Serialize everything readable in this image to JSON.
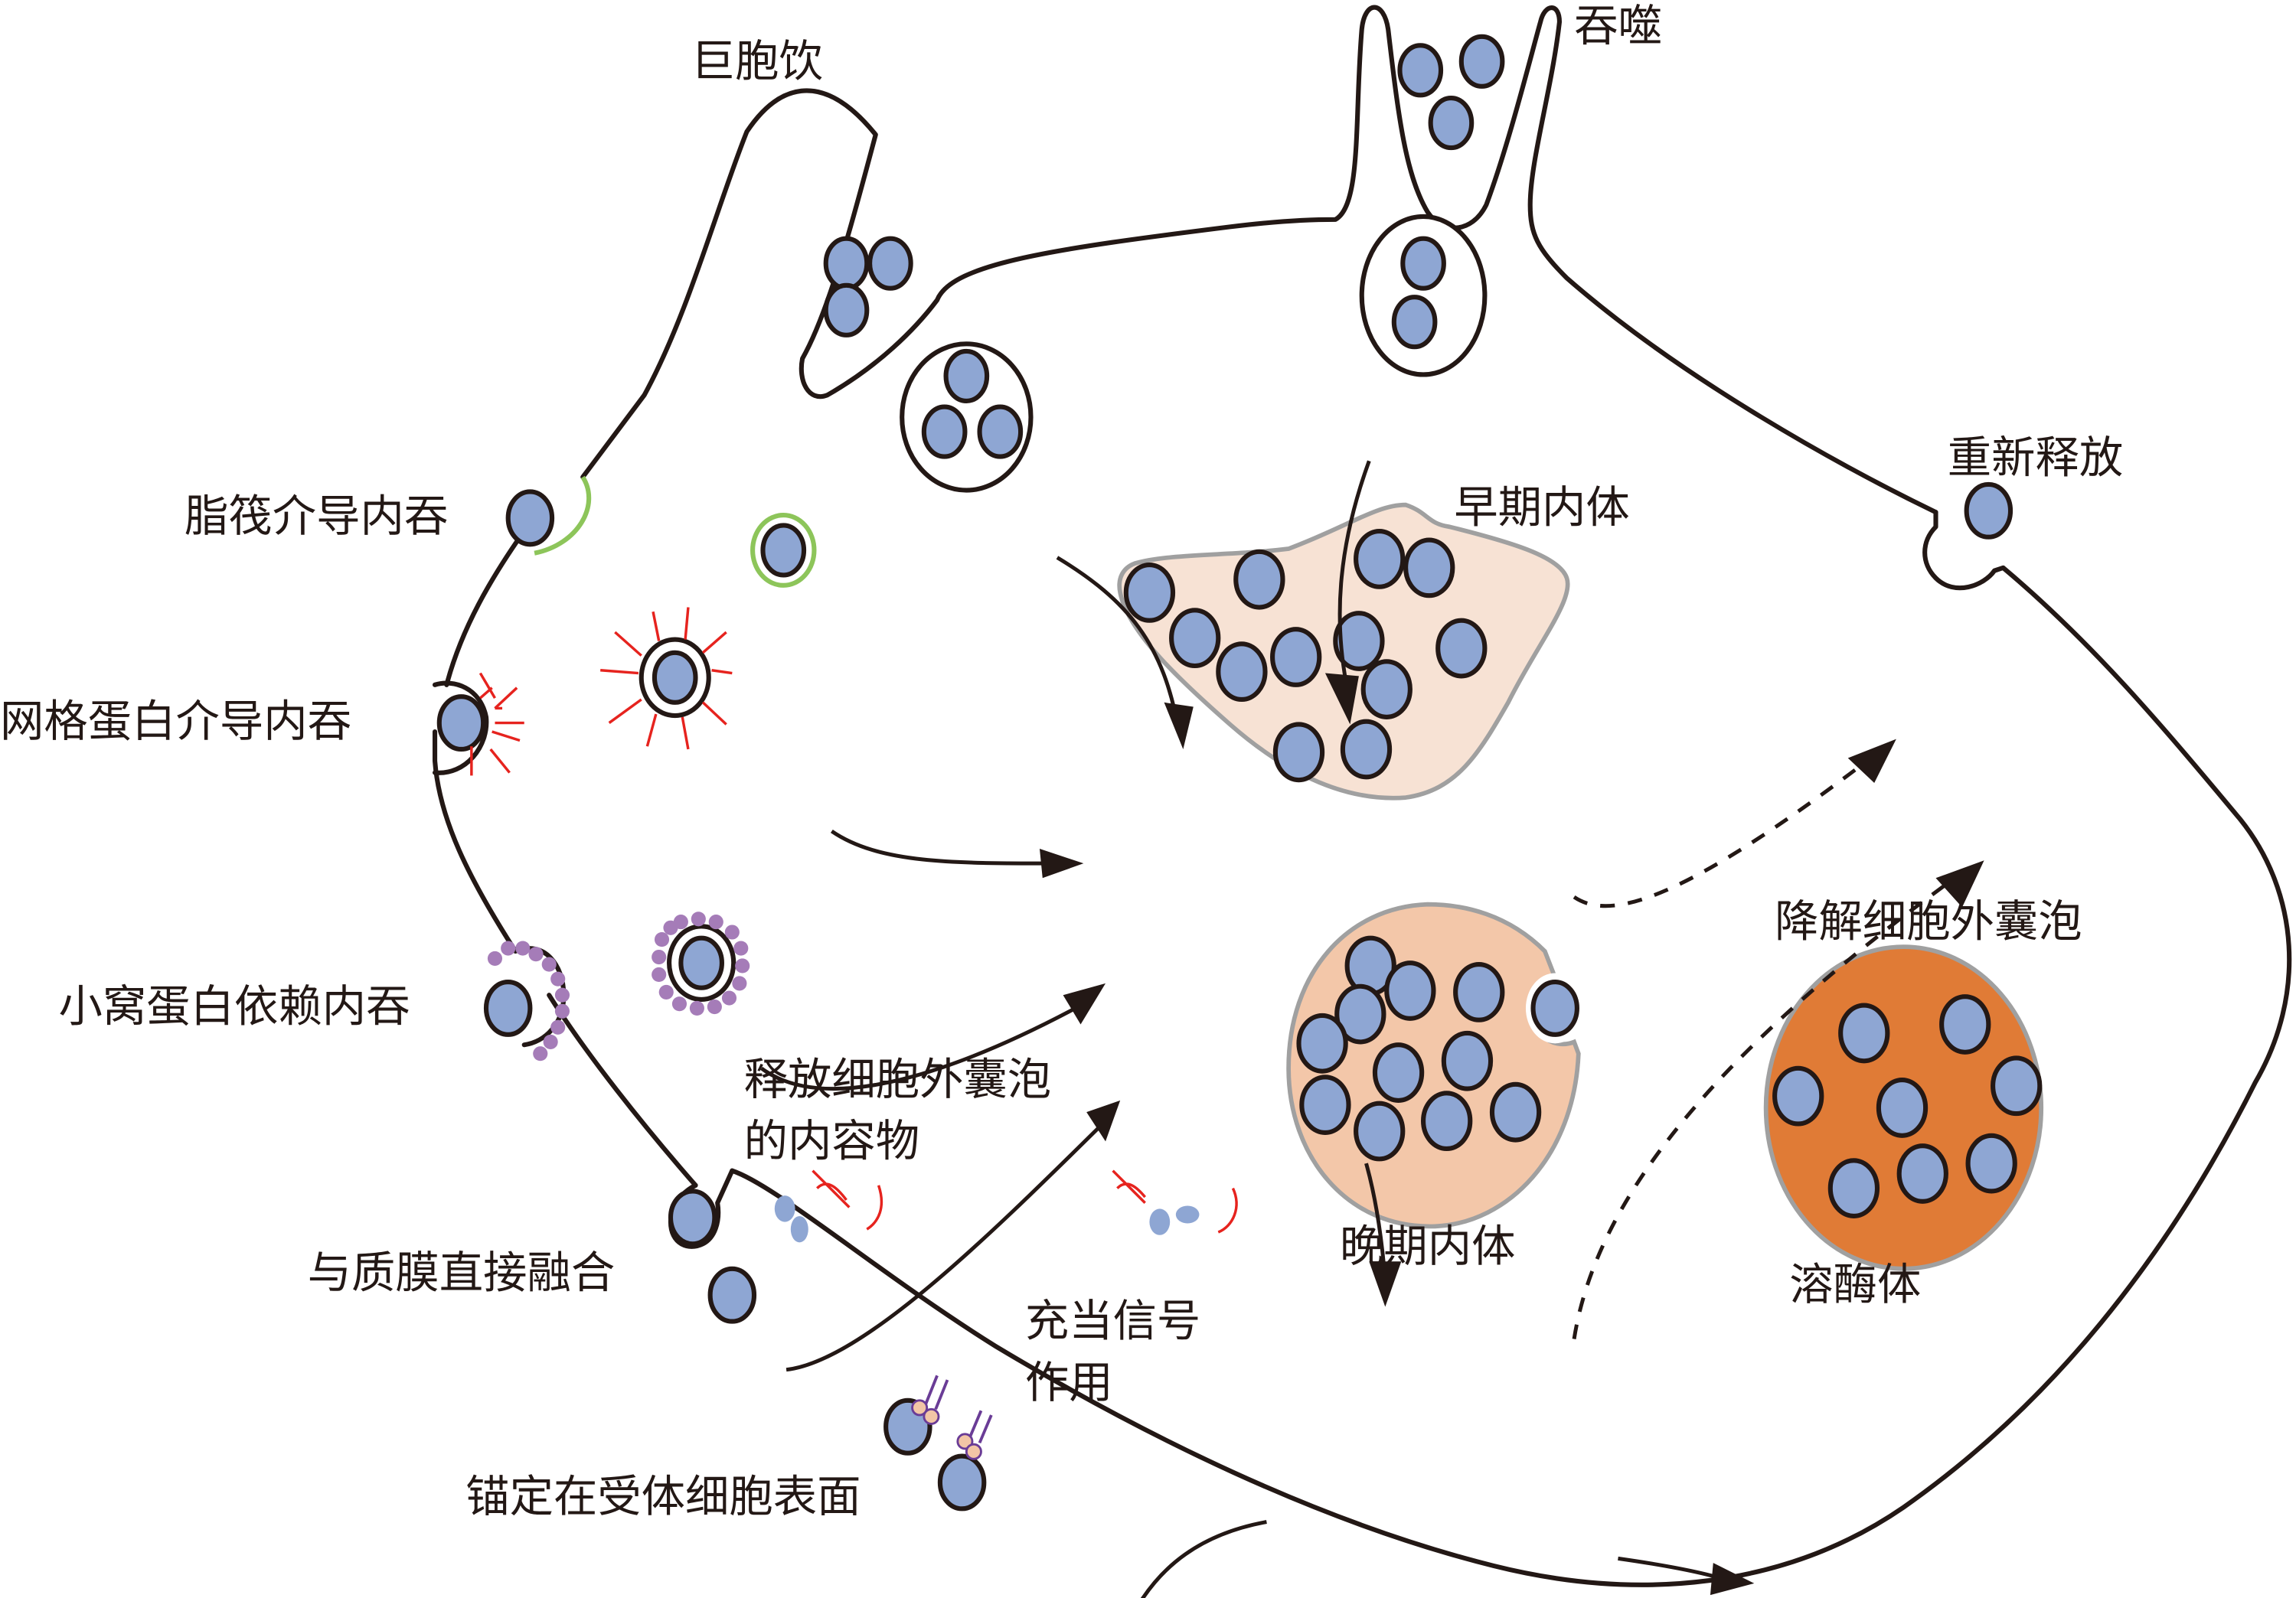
{
  "title": "细胞外囊泡的摄取与胞内转运示意图",
  "colors": {
    "membrane": "#231815",
    "vesicle_fill": "#8ea6d3",
    "early_endosome_fill": "#f7e2d4",
    "late_endosome_fill": "#f3c7a9",
    "lysosome_fill": "#e07b36",
    "organelle_border": "#a0a0a0",
    "lipid_raft": "#8dc55a",
    "clathrin": "#e6231e",
    "caveolin": "#a57cb8",
    "receptor": "#6a3c96",
    "ligand": "#f2c5a6"
  },
  "labels": {
    "macropinocytosis": "巨胞饮",
    "phagocytosis": "吞噬",
    "lipid_raft_endocytosis": "脂筏介导内吞",
    "clathrin_endocytosis": "网格蛋白介导内吞",
    "caveolin_endocytosis": "小窝蛋白依赖内吞",
    "membrane_fusion": "与质膜直接融合",
    "receptor_anchoring": "锚定在受体细胞表面",
    "release_contents_line1": "释放细胞外囊泡",
    "release_contents_line2": "的内容物",
    "signaling_line1": "充当信号",
    "signaling_line2": "作用",
    "early_endosome": "早期内体",
    "late_endosome": "晚期内体",
    "re_release": "重新释放",
    "degrade_ev": "降解细胞外囊泡",
    "lysosome": "溶酶体"
  }
}
